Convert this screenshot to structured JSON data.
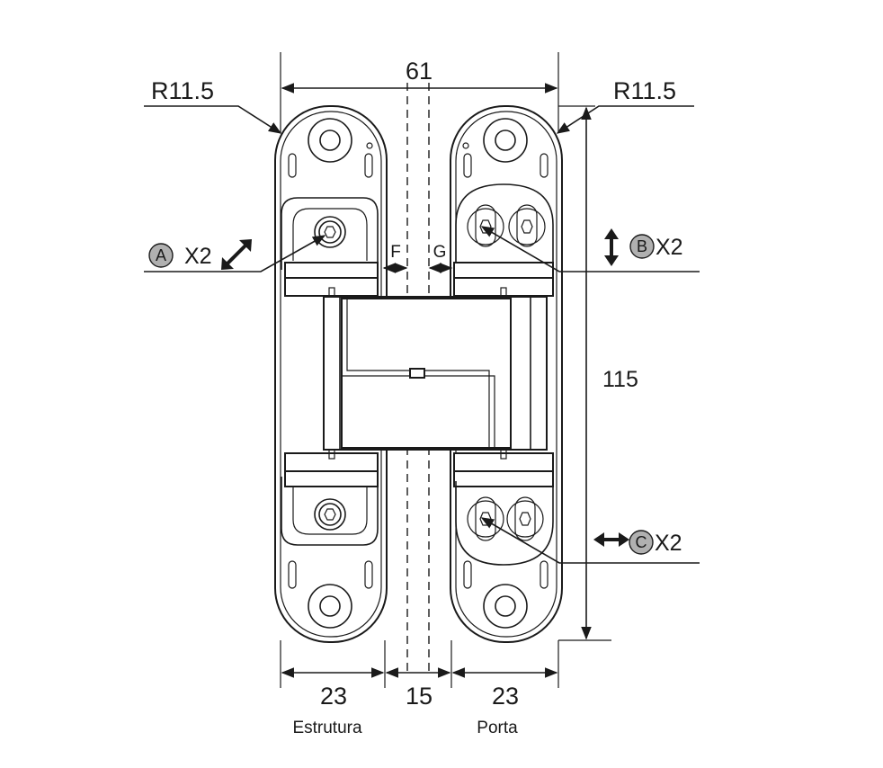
{
  "dimensions": {
    "overall_width": "61",
    "height": "115",
    "radius_left": "R11.5",
    "radius_right": "R11.5",
    "left_plate_width": "23",
    "gap_width": "15",
    "right_plate_width": "23"
  },
  "gaps": {
    "f": "F",
    "g": "G"
  },
  "adjustments": {
    "a": {
      "letter": "A",
      "count": "X2"
    },
    "b": {
      "letter": "B",
      "count": "X2"
    },
    "c": {
      "letter": "C",
      "count": "X2"
    }
  },
  "captions": {
    "frame": "Estrutura",
    "door": "Porta"
  },
  "colors": {
    "line": "#1a1a1a",
    "badge_fill": "#b0b0b0",
    "background": "#ffffff"
  }
}
